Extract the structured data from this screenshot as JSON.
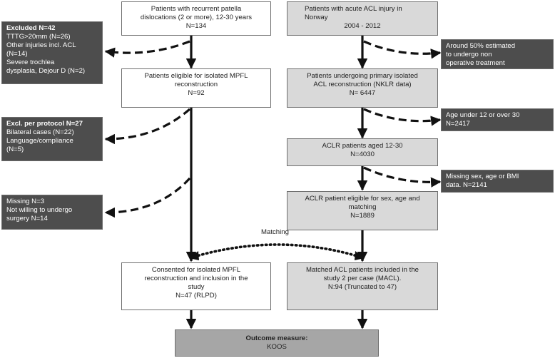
{
  "left": {
    "recurrent": [
      "Patients with recurrent patella",
      "dislocations (2 or more), 12-30 years",
      "N=134"
    ],
    "eligible": [
      "Patients eligible for isolated MPFL",
      "reconstruction",
      "N=92"
    ],
    "consented": [
      "Consented for isolated MPFL",
      "reconstruction and inclusion in the",
      "study",
      "N=47 (RLPD)"
    ]
  },
  "right": {
    "acute": [
      "Patients with acute ACL injury in",
      "Norway",
      "2004 - 2012"
    ],
    "primary": [
      "Patients undergoing primary isolated",
      "ACL reconstruction (NKLR data)",
      "N= 6447"
    ],
    "aged": [
      "ACLR patients aged 12-30",
      "N=4030"
    ],
    "eligible_sex": [
      "ACLR patient eligible for sex, age and",
      "matching",
      "N=1889"
    ],
    "matched": [
      "Matched ACL patients included in the",
      "study 2 per case (MACL).",
      "N:94 (Truncated to 47)"
    ]
  },
  "excluded_left": {
    "excluded": {
      "title": "Excluded N=42",
      "lines": [
        "TTTG>20mm (N=26)",
        "Other injuries incl. ACL",
        "(N=14)",
        "Severe trochlea",
        "dysplasia, Dejour D (N=2)"
      ]
    },
    "protocol": {
      "title": "Excl. per protocol N=27",
      "lines": [
        "Bilateral cases (N=22)",
        "Language/compliance",
        "(N=5)"
      ]
    },
    "missing": {
      "lines": [
        "Missing N=3",
        "Not willing to undergo",
        "surgery N=14"
      ]
    }
  },
  "excluded_right": {
    "nonop": [
      "Around 50% estimated",
      "to undergo non",
      "operative treatment"
    ],
    "age": [
      "Age under 12 or over 30",
      "N=2417"
    ],
    "missing_data": [
      "Missing sex, age or BMI",
      "data. N=2141"
    ]
  },
  "matching_label": "Matching",
  "outcome": {
    "title": "Outcome measure:",
    "value": "KOOS"
  }
}
